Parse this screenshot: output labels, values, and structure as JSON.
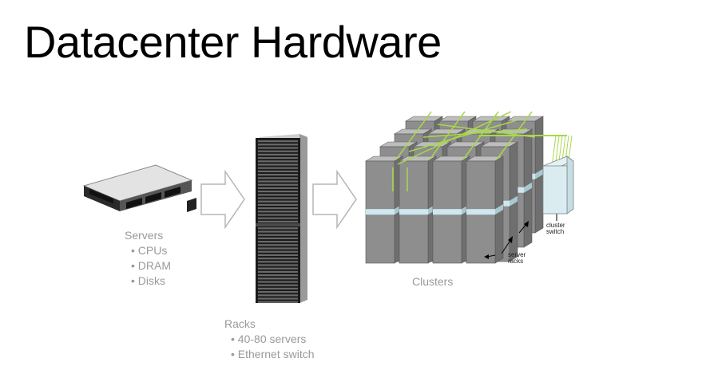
{
  "title": "Datacenter Hardware",
  "servers": {
    "label": "Servers",
    "items": [
      "CPUs",
      "DRAM",
      "Disks"
    ]
  },
  "racks": {
    "label": "Racks",
    "items": [
      "40-80 servers",
      "Ethernet switch"
    ]
  },
  "clusters": {
    "label": "Clusters"
  },
  "cluster_switch_label": [
    "cluster",
    "switch"
  ],
  "server_racks_label": [
    "server",
    "racks"
  ],
  "colors": {
    "cable": "#a8d84a",
    "band": "#cfe7ef",
    "rack": "#8e8e8e",
    "arrow": "#b5b5b5"
  }
}
